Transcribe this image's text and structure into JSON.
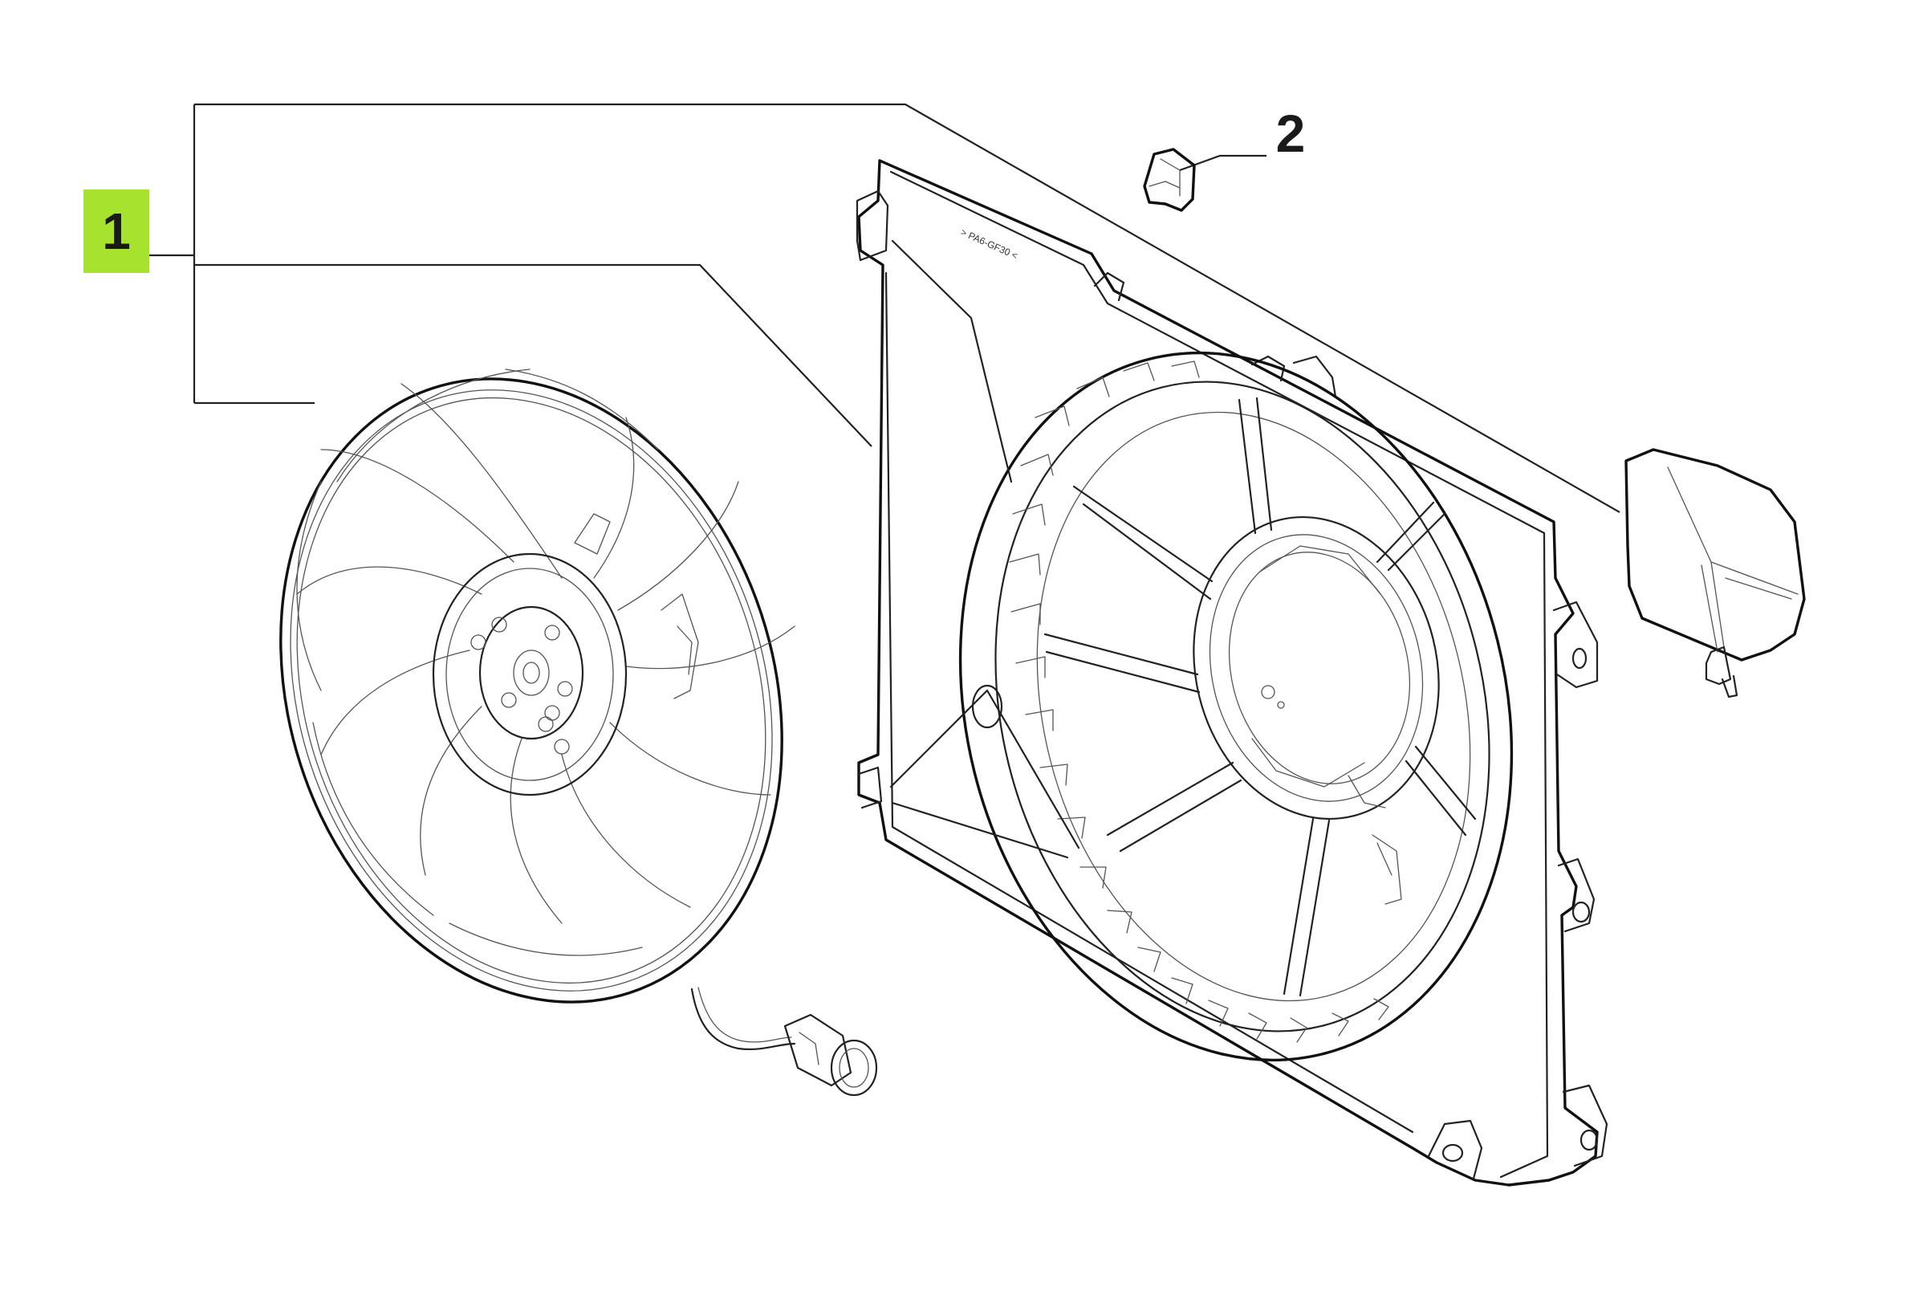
{
  "callouts": [
    {
      "id": "1",
      "label": "1",
      "highlighted": true,
      "highlight_color": "#a6e22e"
    },
    {
      "id": "2",
      "label": "2",
      "highlighted": false
    }
  ],
  "shroud_marking": "> PA6-GF30 <",
  "parts": [
    {
      "callout": "1",
      "name": "fan-assembly"
    },
    {
      "callout": "2",
      "name": "clip"
    }
  ]
}
